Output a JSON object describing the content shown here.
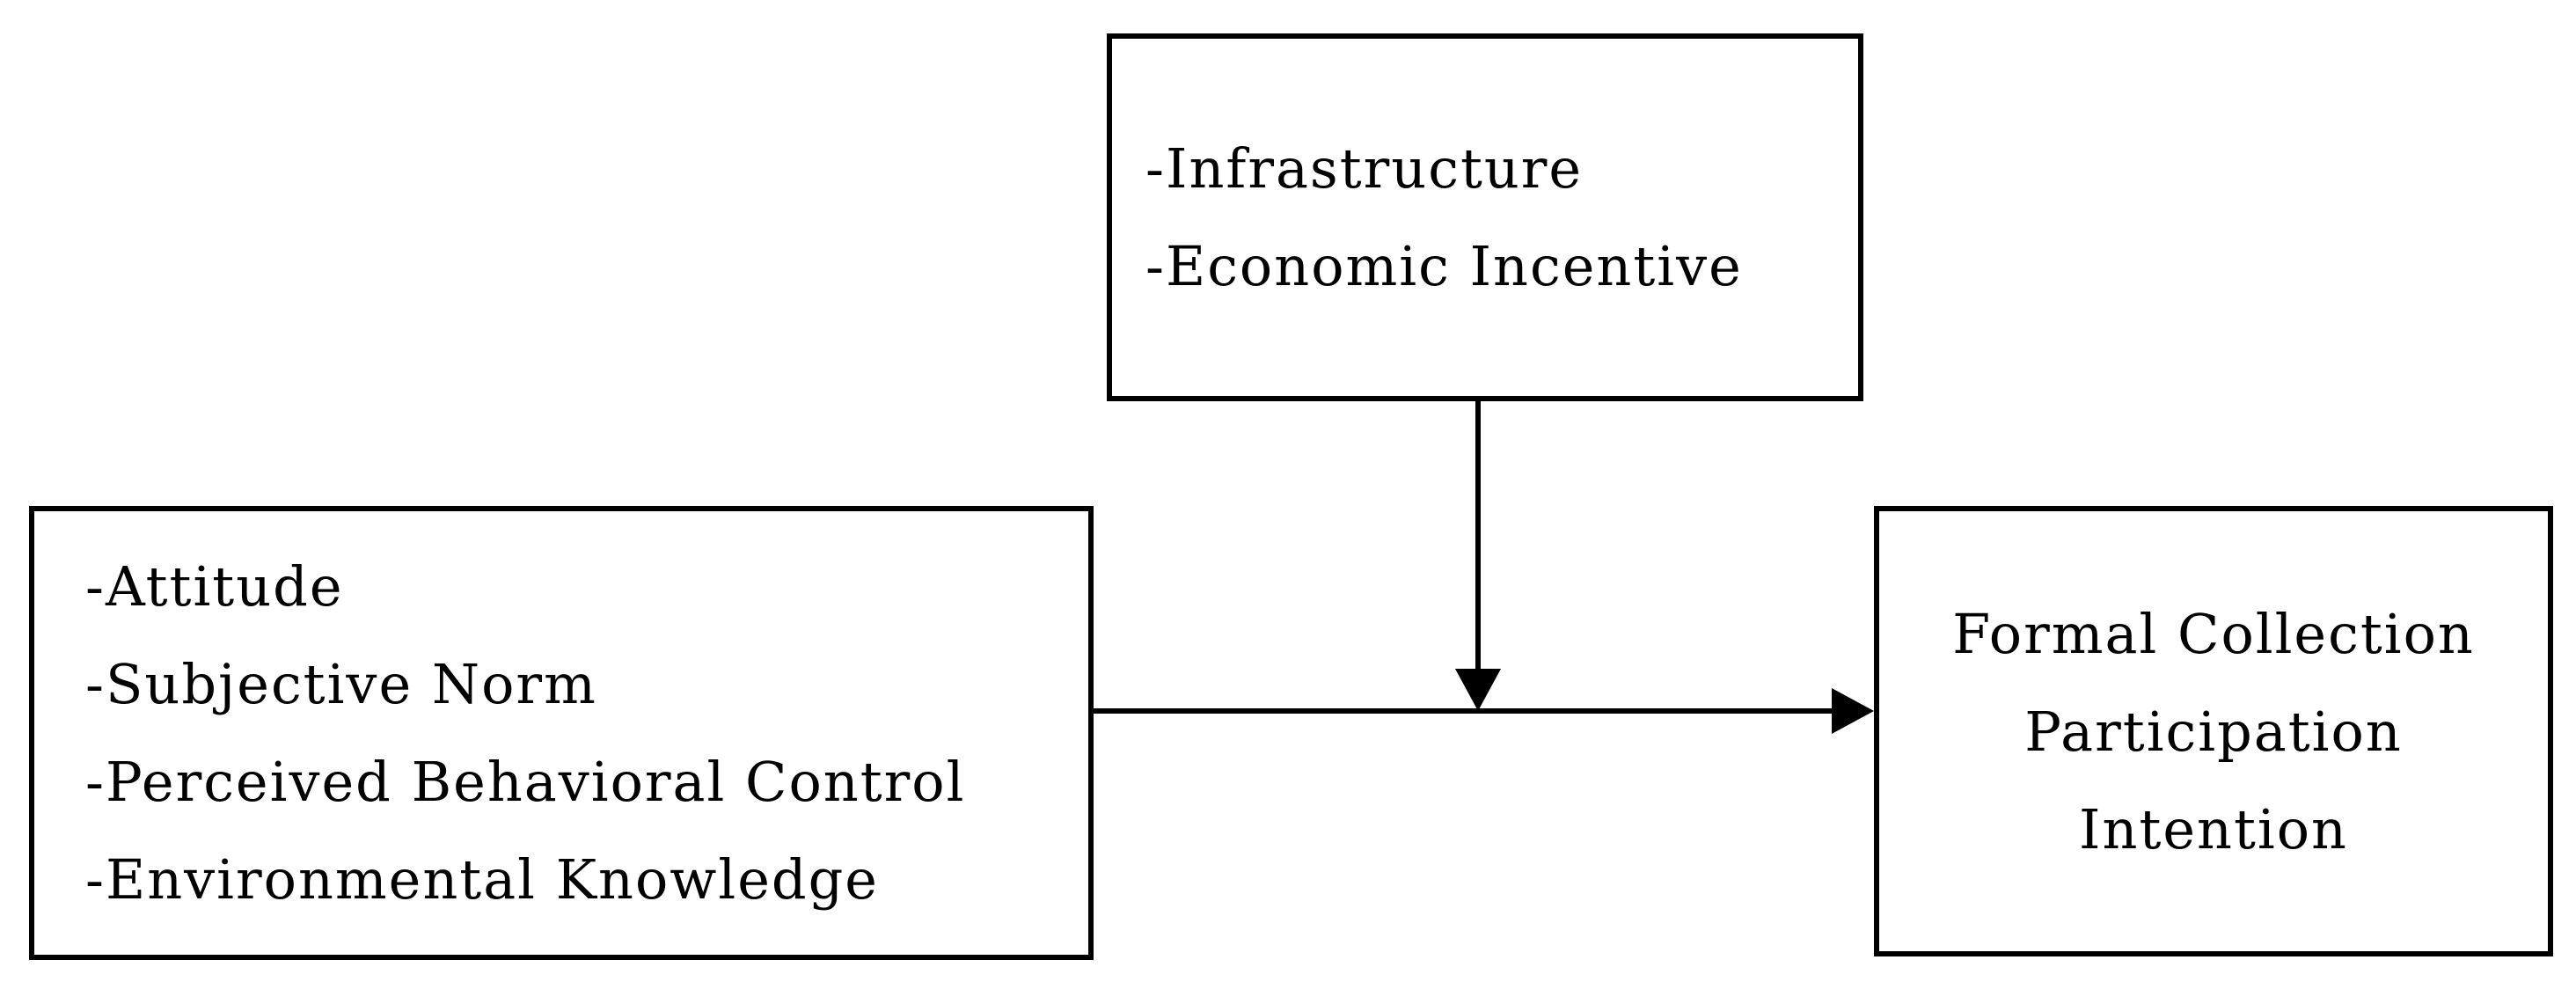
{
  "diagram": {
    "type": "conceptual-model-flowchart",
    "background_color": "#ffffff",
    "stroke_color": "#000000",
    "text_color": "#000000",
    "boxes": {
      "external_factors": {
        "lines": [
          "-Infrastructure",
          "-Economic Incentive"
        ]
      },
      "predictors": {
        "lines": [
          "-Attitude",
          "-Subjective Norm",
          "-Perceived Behavioral Control",
          "-Environmental Knowledge"
        ]
      },
      "outcome": {
        "lines": [
          "Formal Collection",
          "Participation",
          "Intention"
        ]
      }
    },
    "arrows": [
      {
        "from": "predictors",
        "to": "outcome",
        "direction": "right"
      },
      {
        "from": "external_factors",
        "to": "predictors-outcome-arrow",
        "direction": "down"
      }
    ]
  }
}
